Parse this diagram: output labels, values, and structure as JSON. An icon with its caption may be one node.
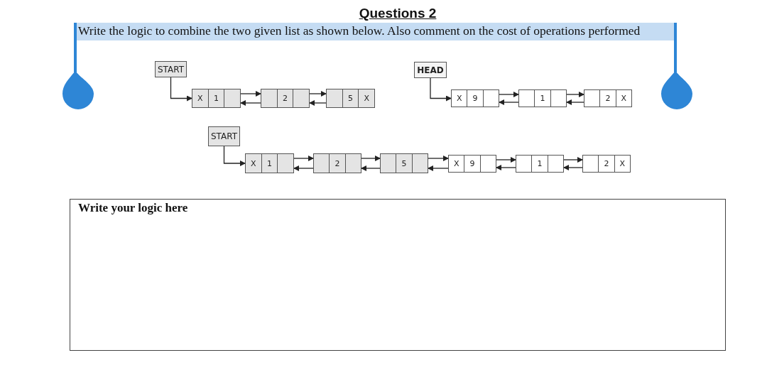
{
  "diagram": {
    "title": "Questions 2",
    "nodes": [
      {
        "text": [
          "START"
        ]
      },
      {
        "text": [
          "X",
          "1"
        ]
      },
      {
        "text": [
          "2"
        ]
      },
      {
        "text": [
          "5",
          "X"
        ]
      },
      {
        "text": [
          "HEAD"
        ]
      },
      {
        "text": [
          "X",
          "9"
        ]
      },
      {
        "text": [
          "1"
        ]
      },
      {
        "text": [
          "2",
          "X"
        ]
      },
      {
        "text": [
          "START"
        ]
      },
      {
        "text": [
          "X",
          "1"
        ]
      },
      {
        "text": [
          "2"
        ]
      },
      {
        "text": [
          "5"
        ]
      },
      {
        "text": [
          "X",
          "9"
        ]
      },
      {
        "text": [
          "1"
        ]
      },
      {
        "text": [
          "2",
          "X"
        ]
      },
      {
        "text": [
          "Write your logic here"
        ]
      }
    ],
    "edges": [
      {
        "from": 0,
        "to": 1,
        "arrow": "to"
      },
      {
        "from": 1,
        "to": 2,
        "arrow": "to"
      },
      {
        "from": 2,
        "to": 1,
        "arrow": "to"
      },
      {
        "from": 2,
        "to": 3,
        "arrow": "to"
      },
      {
        "from": 3,
        "to": 2,
        "arrow": "to"
      },
      {
        "from": 4,
        "to": 5,
        "arrow": "to"
      },
      {
        "from": 5,
        "to": 6,
        "arrow": "to"
      },
      {
        "from": 6,
        "to": 5,
        "arrow": "to"
      },
      {
        "from": 6,
        "to": 7,
        "arrow": "to"
      },
      {
        "from": 7,
        "to": 6,
        "arrow": "to"
      },
      {
        "from": 8,
        "to": 9,
        "arrow": "to"
      },
      {
        "from": 9,
        "to": 10,
        "arrow": "to"
      },
      {
        "from": 10,
        "to": 9,
        "arrow": "to"
      },
      {
        "from": 10,
        "to": 11,
        "arrow": "to"
      },
      {
        "from": 11,
        "to": 10,
        "arrow": "to"
      },
      {
        "from": 11,
        "to": 12,
        "arrow": "to"
      },
      {
        "from": 12,
        "to": 11,
        "arrow": "to"
      },
      {
        "from": 12,
        "to": 13,
        "arrow": "to"
      },
      {
        "from": 13,
        "to": 12,
        "arrow": "to"
      },
      {
        "from": 13,
        "to": 14,
        "arrow": "to"
      },
      {
        "from": 14,
        "to": 13,
        "arrow": "to"
      }
    ],
    "labels": [
      "Write the logic to combine the two given list as shown below. Also comment on the cost of operations performed"
    ]
  }
}
